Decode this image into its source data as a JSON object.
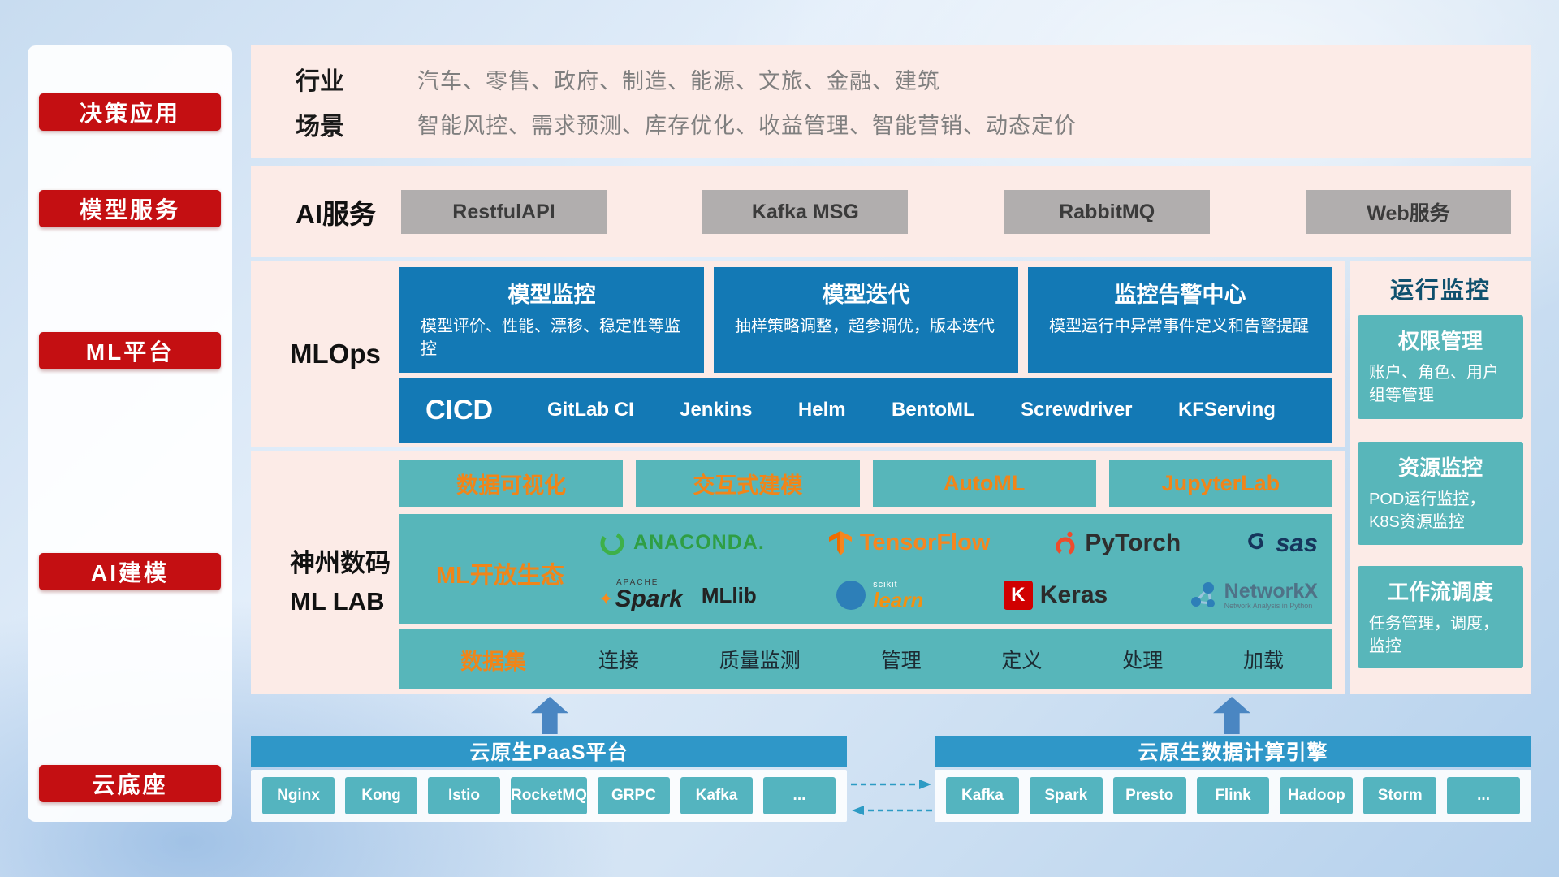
{
  "sidebar": {
    "items": [
      "决策应用",
      "模型服务",
      "ML平台",
      "AI建模",
      "云底座"
    ]
  },
  "industry": {
    "rows": [
      {
        "label": "行业",
        "value": "汽车、零售、政府、制造、能源、文旅、金融、建筑"
      },
      {
        "label": "场景",
        "value": "智能风控、需求预测、库存优化、收益管理、智能营销、动态定价"
      }
    ]
  },
  "ai_service": {
    "label": "AI服务",
    "items": [
      "RestfulAPI",
      "Kafka MSG",
      "RabbitMQ",
      "Web服务"
    ]
  },
  "mlops": {
    "label": "MLOps",
    "cards": [
      {
        "title": "模型监控",
        "desc": "模型评价、性能、漂移、稳定性等监控"
      },
      {
        "title": "模型迭代",
        "desc": "抽样策略调整，超参调优，版本迭代"
      },
      {
        "title": "监控告警中心",
        "desc": "模型运行中异常事件定义和告警提醒"
      }
    ],
    "cicd_label": "CICD",
    "cicd_items": [
      "GitLab CI",
      "Jenkins",
      "Helm",
      "BentoML",
      "Screwdriver",
      "KFServing"
    ]
  },
  "mllab": {
    "label_line1": "神州数码",
    "label_line2": "ML LAB",
    "tools": [
      "数据可视化",
      "交互式建模",
      "AutoML",
      "JupyterLab"
    ],
    "eco_label": "ML开放生态",
    "logos": {
      "anaconda": "ANACONDA.",
      "tensorflow": "TensorFlow",
      "pytorch": "PyTorch",
      "sas": "sas",
      "spark_small": "APACHE",
      "spark": "Spark",
      "mllib": "MLlib",
      "scikit_small": "scikit",
      "scikit": "learn",
      "keras_k": "K",
      "keras": "Keras",
      "networkx": "NetworkX",
      "networkx_sub": "Network Analysis in Python"
    },
    "dataset_label": "数据集",
    "dataset_items": [
      "连接",
      "质量监测",
      "管理",
      "定义",
      "处理",
      "加载"
    ]
  },
  "monitor": {
    "title": "运行监控",
    "cards": [
      {
        "title": "权限管理",
        "desc": "账户、角色、用户组等管理"
      },
      {
        "title": "资源监控",
        "desc": "POD运行监控，K8S资源监控"
      },
      {
        "title": "工作流调度",
        "desc": "任务管理，调度，监控"
      }
    ]
  },
  "cloud": {
    "paas_title": "云原生PaaS平台",
    "paas_items": [
      "Nginx",
      "Kong",
      "Istio",
      "RocketMQ",
      "GRPC",
      "Kafka",
      "..."
    ],
    "engine_title": "云原生数据计算引擎",
    "engine_items": [
      "Kafka",
      "Spark",
      "Presto",
      "Flink",
      "Hadoop",
      "Storm",
      "..."
    ]
  },
  "colors": {
    "accent_red": "#c40f12",
    "card_blue": "#1379b5",
    "teal": "#57b6ba",
    "orange_text": "#f08519",
    "bar_blue": "#2f97c8",
    "panel_pink": "#fcebe7"
  }
}
